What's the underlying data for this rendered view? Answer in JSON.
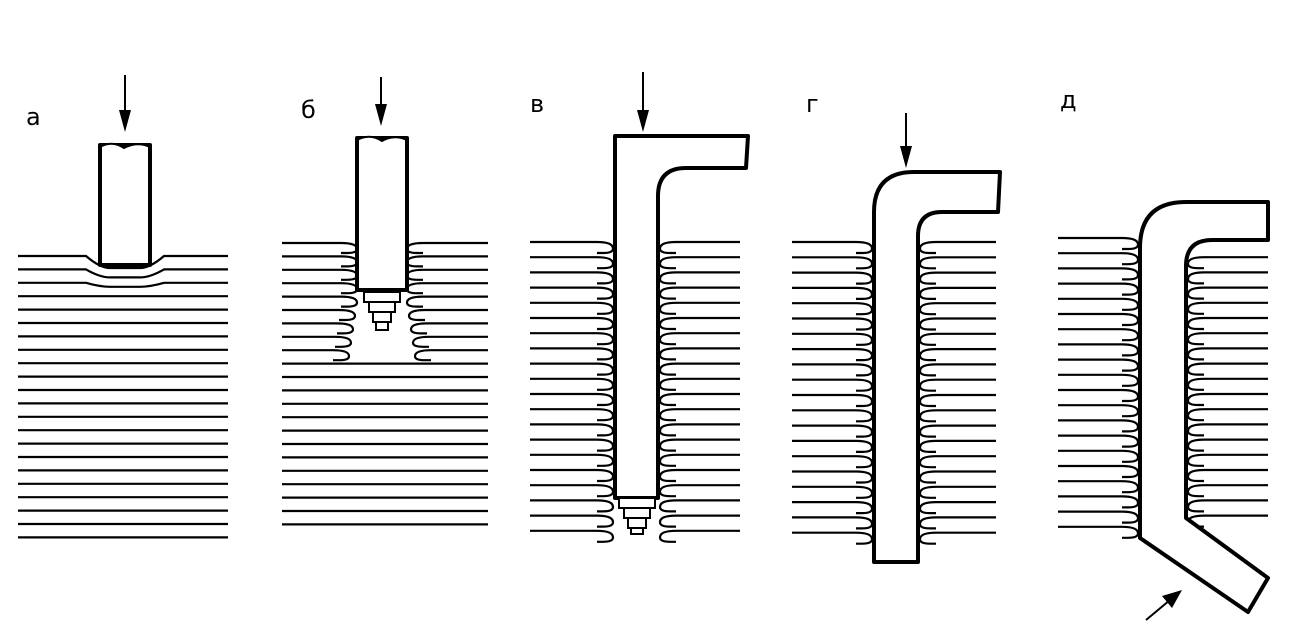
{
  "panels": [
    {
      "id": "a",
      "label": "а"
    },
    {
      "id": "b",
      "label": "б"
    },
    {
      "id": "v",
      "label": "в"
    },
    {
      "id": "g",
      "label": "г"
    },
    {
      "id": "d",
      "label": "д"
    }
  ],
  "colors": {
    "line": "#000000",
    "background": "#ffffff"
  },
  "icons": {
    "force": "down-arrow-icon"
  }
}
